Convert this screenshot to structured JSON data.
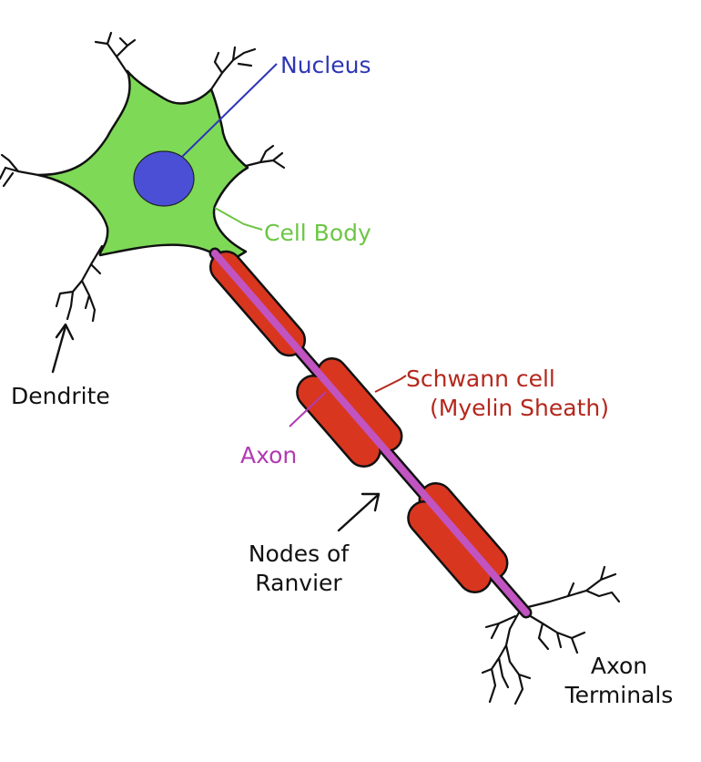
{
  "labels": {
    "nucleus": "Nucleus",
    "cell_body": "Cell Body",
    "dendrite": "Dendrite",
    "schwann_line1": "Schwann cell",
    "schwann_line2": "(Myelin Sheath)",
    "axon": "Axon",
    "nodes_line1": "Nodes of",
    "nodes_line2": "Ranvier",
    "terminals_line1": "Axon",
    "terminals_line2": "Terminals"
  },
  "colors": {
    "cell_body": "#7ed957",
    "nucleus": "#4a4fd6",
    "myelin": "#d9361f",
    "axon": "#c154c1",
    "nucleus_text": "#2e36b5",
    "cell_body_text": "#6cc644",
    "schwann_text": "#b5271c",
    "axon_text": "#b23ab2",
    "outline": "#111111",
    "text": "#111111"
  }
}
